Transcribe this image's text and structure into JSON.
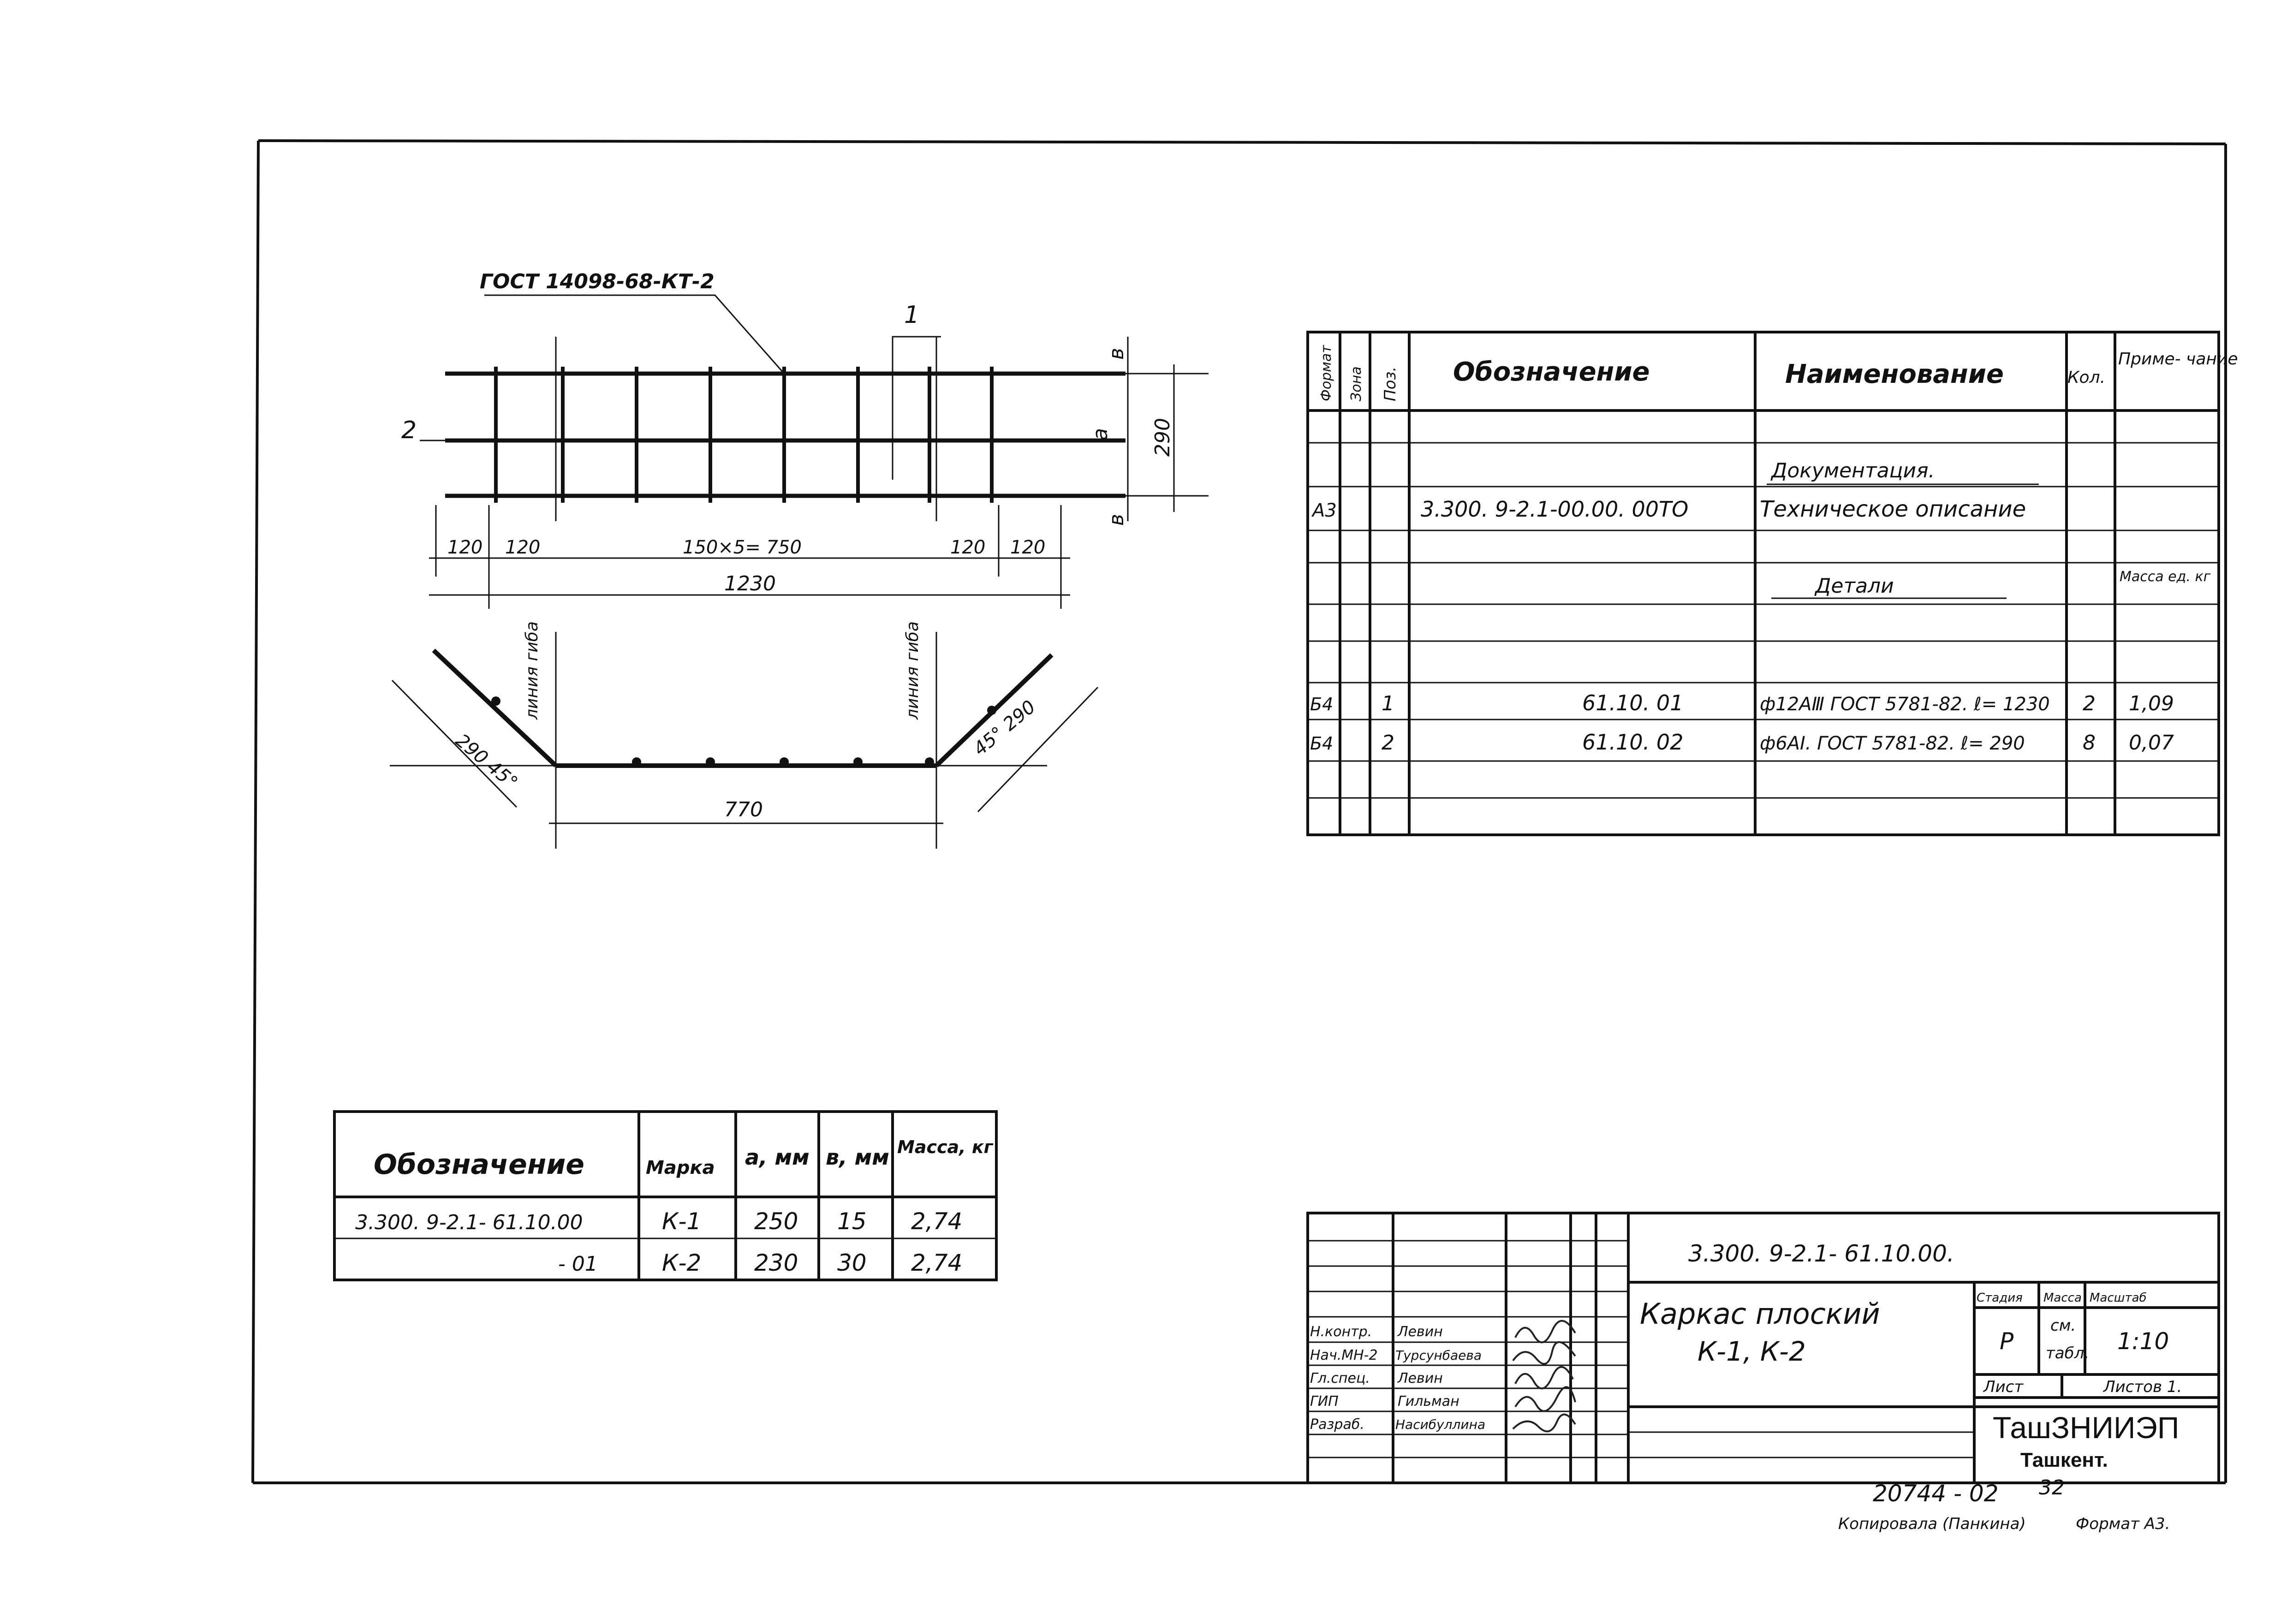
{
  "drawing": {
    "gost_callout": "ГОСТ 14098-68-КТ-2",
    "pos_1": "1",
    "pos_2": "2",
    "dim_a": "a",
    "dim_b_top": "в",
    "dim_b_bottom": "в",
    "dim_290": "290",
    "dim_120_1": "120",
    "dim_120_2": "120",
    "dim_150x5": "150×5= 750",
    "dim_120_3": "120",
    "dim_120_4": "120",
    "dim_1230": "1230",
    "bend_label_left": "линия гиба",
    "bend_label_right": "линия гиба",
    "dim_left_bend": "290 45°",
    "dim_right_bend": "45° 290",
    "dim_770": "770"
  },
  "spec_table": {
    "headers": [
      "Формат",
      "Зона",
      "Поз.",
      "Обозначение",
      "Наименование",
      "Кол.",
      "Приме- чание"
    ],
    "section_docs": "Документация.",
    "row_docs": {
      "format": "А3",
      "designation": "3.300. 9-2.1-00.00. 00ТО",
      "name": "Техническое описание"
    },
    "section_parts": "Детали",
    "parts_note": "Масса ед. кг",
    "rows": [
      {
        "format": "Б4",
        "pos": "1",
        "designation": "61.10. 01",
        "name": "ф12АⅢ ГОСТ 5781-82. ℓ= 1230",
        "qty": "2",
        "note": "1,09"
      },
      {
        "format": "Б4",
        "pos": "2",
        "designation": "61.10. 02",
        "name": "ф6АⅠ. ГОСТ 5781-82. ℓ= 290",
        "qty": "8",
        "note": "0,07"
      }
    ]
  },
  "marks_table": {
    "headers": [
      "Обозначение",
      "Марка",
      "а, мм",
      "в, мм",
      "Масса, кг"
    ],
    "rows": [
      {
        "designation": "3.300. 9-2.1- 61.10.00",
        "mark": "К-1",
        "a": "250",
        "b": "15",
        "mass": "2,74"
      },
      {
        "designation": "- 01",
        "mark": "К-2",
        "a": "230",
        "b": "30",
        "mass": "2,74"
      }
    ]
  },
  "title_block": {
    "doc_code": "3.300. 9-2.1- 61.10.00.",
    "title_line1": "Каркас плоский",
    "title_line2": "К-1, К-2",
    "roles": [
      "Н.контр.",
      "Нач.МН-2",
      "Гл.спец.",
      "ГИП",
      "Разраб."
    ],
    "names": [
      "Левин",
      "Турсунбаева",
      "Левин",
      "Гильман",
      "Насибуллина"
    ],
    "stage_label": "Стадия",
    "mass_label": "Масса",
    "scale_label": "Масштаб",
    "stage": "Р",
    "mass_value_1": "см.",
    "mass_value_2": "табл.",
    "scale": "1:10",
    "sheet_label": "Лист",
    "sheets_label": "Листов 1.",
    "org": "ТашЗНИИЭП",
    "city": "Ташкент."
  },
  "footer": {
    "inv_number": "20744 - 02",
    "inv_suffix": "32",
    "copied_by": "Копировала (Панкина)",
    "format": "Формат А3."
  }
}
